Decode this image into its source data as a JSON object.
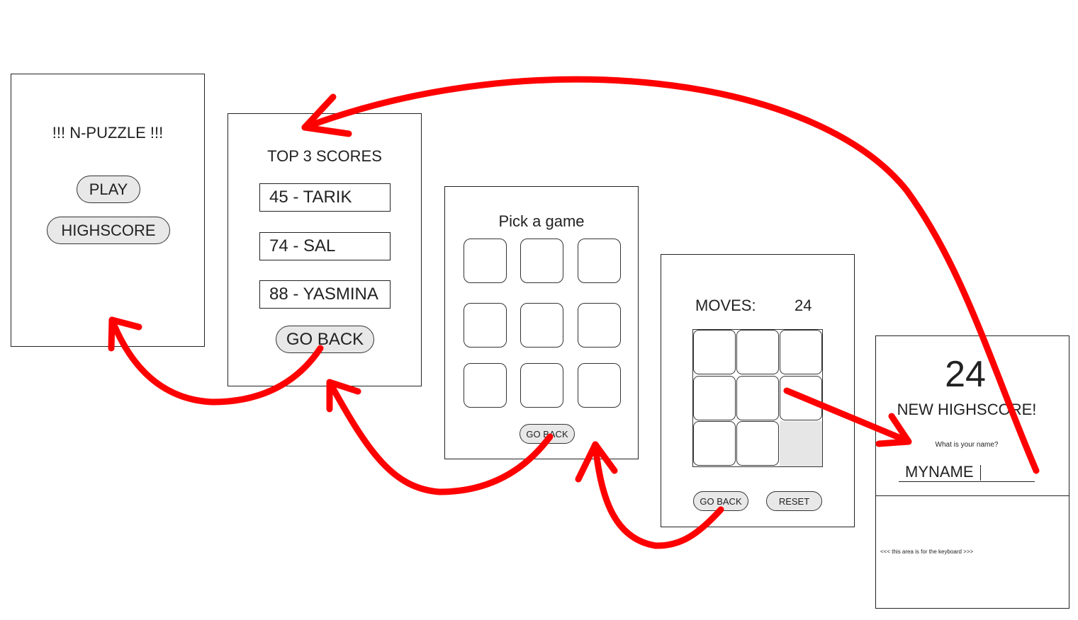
{
  "menu_screen": {
    "title": "!!! N-PUZZLE !!!",
    "play_label": "PLAY",
    "highscore_label": "HIGHSCORE"
  },
  "scores_screen": {
    "title": "TOP 3 SCORES",
    "entries": [
      "45 - TARIK",
      "74 - SAL",
      "88 - YASMINA"
    ],
    "back_label": "GO BACK"
  },
  "pick_screen": {
    "title": "Pick a game",
    "tile_count": 9,
    "back_label": "GO BACK"
  },
  "game_screen": {
    "moves_label": "MOVES:",
    "moves_value": "24",
    "back_label": "GO BACK",
    "reset_label": "RESET"
  },
  "highscore_screen": {
    "score": "24",
    "headline": "NEW HIGHSCORE!",
    "prompt": "What is your name?",
    "name_value": "MYNAME",
    "keyboard_note": "<<< this area is for the keyboard >>>"
  },
  "colors": {
    "arrow": "#ff0000",
    "border": "#222222",
    "button_fill": "#e8e8e8",
    "empty_cell": "#e6e6e6"
  }
}
